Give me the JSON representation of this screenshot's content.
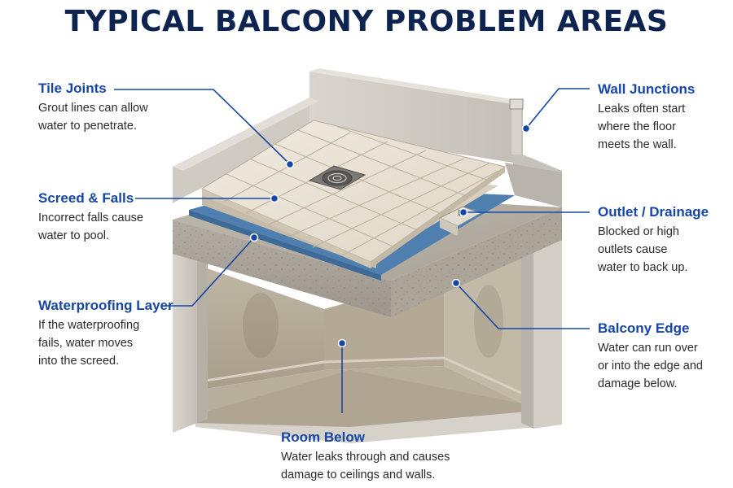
{
  "title": "TYPICAL BALCONY PROBLEM AREAS",
  "callouts": {
    "tile_joints": {
      "heading": "Tile Joints",
      "text": "Grout lines can allow\nwater to penetrate."
    },
    "screed_falls": {
      "heading": "Screed & Falls",
      "text": "Incorrect falls cause\nwater to pool."
    },
    "waterproofing": {
      "heading": "Waterproofing Layer",
      "text": "If the waterproofing\nfails, water moves\ninto the screed."
    },
    "wall_junctions": {
      "heading": "Wall Junctions",
      "text": "Leaks often start\nwhere the floor\nmeets the wall."
    },
    "outlet_drainage": {
      "heading": "Outlet / Drainage",
      "text": "Blocked or high\noutlets cause\nwater to back up."
    },
    "balcony_edge": {
      "heading": "Balcony Edge",
      "text": "Water can run over\nor into the edge and\ndamage below."
    },
    "room_below": {
      "heading": "Room Below",
      "text": "Water leaks through and causes\ndamage to ceilings and walls."
    }
  },
  "colors": {
    "title": "#0e2450",
    "heading": "#1646a6",
    "leader": "#1646a6",
    "concrete": "#c9c4bb",
    "tile": "#e9e1d2",
    "membrane": "#4f7fae"
  }
}
